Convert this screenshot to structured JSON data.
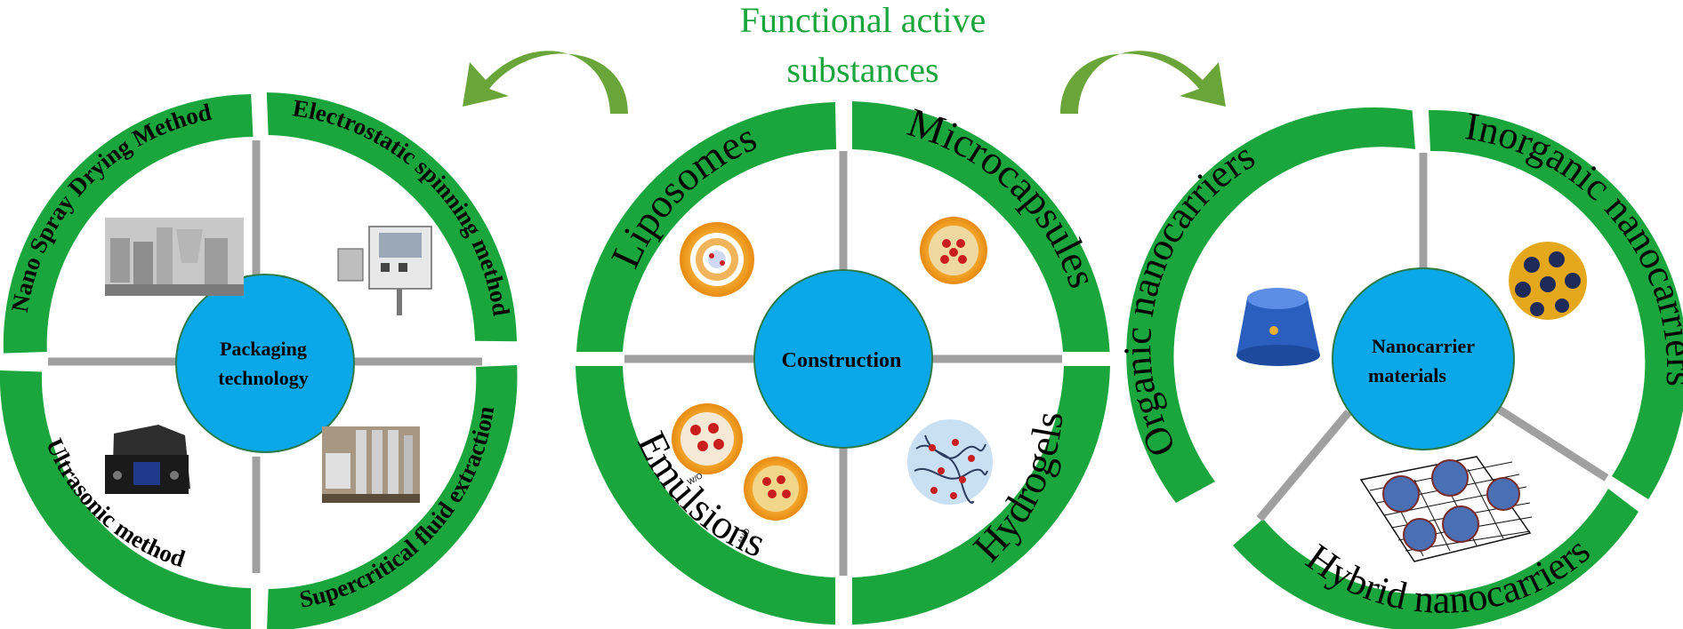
{
  "title": {
    "line1": "Functional active",
    "line2": "substances"
  },
  "colors": {
    "ring": "#1aa63c",
    "hub": "#0aa8e8",
    "spoke": "#a0a0a0",
    "arrow": "#6aa53a",
    "title": "#1aa63c"
  },
  "wheels": [
    {
      "hub_lines": [
        "Packaging",
        "technology"
      ],
      "segments": [
        {
          "label": "Nano Spray Drying Method",
          "icon": "spray-dryer-photo"
        },
        {
          "label": "Electrostatic spinning method",
          "icon": "electrospinning-apparatus-photo"
        },
        {
          "label": "Supercritical fluid extraction",
          "icon": "supercritical-extractor-photo"
        },
        {
          "label": "Ultrasonic method",
          "icon": "ultrasonic-device-photo"
        }
      ]
    },
    {
      "hub_lines": [
        "Construction"
      ],
      "segments": [
        {
          "label": "Liposomes",
          "icon": "liposome-icon"
        },
        {
          "label": "Microcapsules",
          "icon": "microcapsule-icon"
        },
        {
          "label": "Hydrogels",
          "icon": "hydrogel-icon"
        },
        {
          "label": "Emulsions",
          "icon": "emulsion-icon"
        }
      ],
      "emulsion_tags": [
        "W/O",
        "O/W"
      ]
    },
    {
      "hub_lines": [
        "Nanocarrier",
        "materials"
      ],
      "segments": [
        {
          "label": "Organic nanocarriers",
          "icon": "organic-nanocarrier-icon"
        },
        {
          "label": "Inorganic nanocarriers",
          "icon": "inorganic-nanocarrier-icon"
        },
        {
          "label": "Hybrid nanocarriers",
          "icon": "hybrid-nanocarrier-icon"
        }
      ]
    }
  ]
}
